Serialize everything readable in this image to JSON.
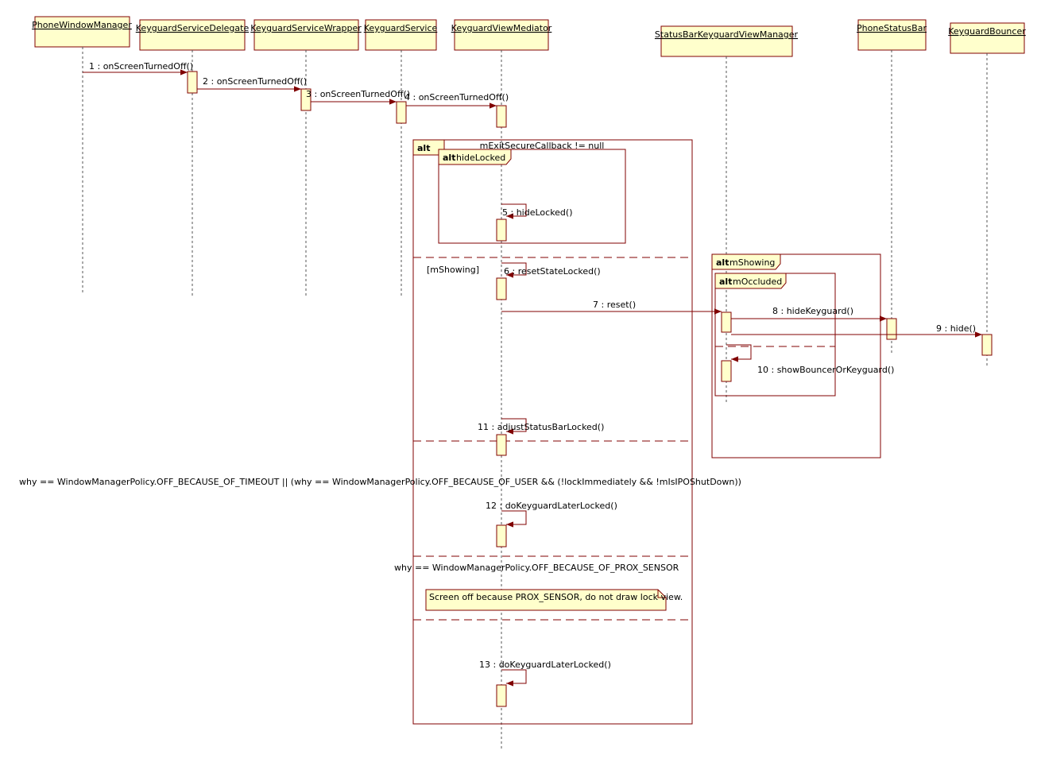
{
  "lifelines": [
    {
      "id": "pwm",
      "name": "PhoneWindowManager"
    },
    {
      "id": "ksd",
      "name": "KeyguardServiceDelegate"
    },
    {
      "id": "ksw",
      "name": "KeyguardServiceWrapper"
    },
    {
      "id": "ks",
      "name": "KeyguardService"
    },
    {
      "id": "kvm",
      "name": "KeyguardViewMediator"
    },
    {
      "id": "sbk",
      "name": "StatusBarKeyguardViewManager"
    },
    {
      "id": "psb",
      "name": "PhoneStatusBar"
    },
    {
      "id": "kb",
      "name": "KeyguardBouncer"
    }
  ],
  "messages": [
    {
      "label": "1 : onScreenTurnedOff()"
    },
    {
      "label": "2 : onScreenTurnedOff()"
    },
    {
      "label": "3 : onScreenTurnedOff()"
    },
    {
      "label": "4 : onScreenTurnedOff()"
    },
    {
      "label": "5 : hideLocked()"
    },
    {
      "label": "6 : resetStateLocked()"
    },
    {
      "label": "7 : reset()"
    },
    {
      "label": "8 : hideKeyguard()"
    },
    {
      "label": "9 : hide()"
    },
    {
      "label": "10 : showBouncerOrKeyguard()"
    },
    {
      "label": "11 : adjustStatusBarLocked()"
    },
    {
      "label": "12 : doKeyguardLaterLocked()"
    },
    {
      "label": "13 : doKeyguardLaterLocked()"
    }
  ],
  "fragments": {
    "outer": {
      "keyword": "alt",
      "guard": "mExitSecureCallback != null"
    },
    "hide_locked": {
      "keyword": "alt",
      "guard": "hideLocked"
    },
    "showing_guard": "[mShowing]",
    "timeout_guard": "why == WindowManagerPolicy.OFF_BECAUSE_OF_TIMEOUT || (why == WindowManagerPolicy.OFF_BECAUSE_OF_USER && (!lockImmediately && !mIsIPOShutDown))",
    "prox_guard": "why == WindowManagerPolicy.OFF_BECAUSE_OF_PROX_SENSOR",
    "m_showing": {
      "keyword": "alt",
      "guard": "mShowing"
    },
    "m_occluded": {
      "keyword": "alt",
      "guard": "mOccluded"
    }
  },
  "note": "Screen off because PROX_SENSOR, do not draw lock view."
}
